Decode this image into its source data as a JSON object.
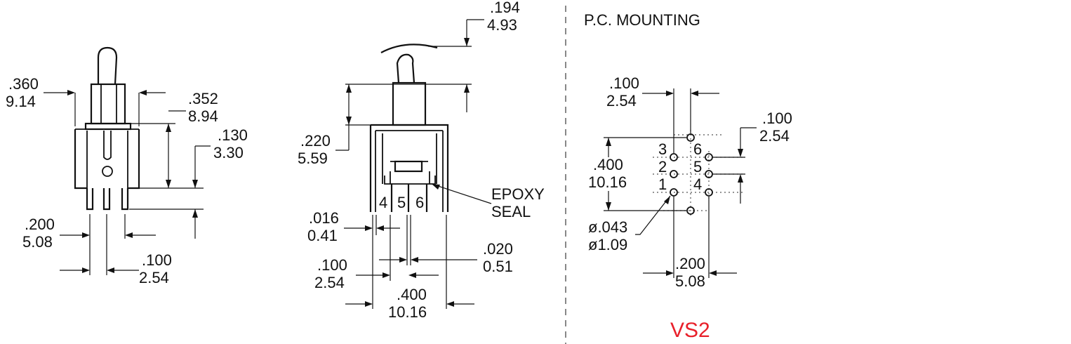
{
  "section_title": "P.C. MOUNTING",
  "part_code": "VS2",
  "part_code_color": "#e8202a",
  "callouts": {
    "epoxy": "EPOXY",
    "seal": "SEAL"
  },
  "side_view": {
    "dim_360": [
      ".360",
      "9.14"
    ],
    "dim_352": [
      ".352",
      "8.94"
    ],
    "dim_130": [
      ".130",
      "3.30"
    ],
    "dim_200": [
      ".200",
      "5.08"
    ],
    "dim_100": [
      ".100",
      "2.54"
    ]
  },
  "front_view": {
    "dim_194": [
      ".194",
      "4.93"
    ],
    "dim_220": [
      ".220",
      "5.59"
    ],
    "dim_016": [
      ".016",
      "0.41"
    ],
    "dim_020": [
      ".020",
      "0.51"
    ],
    "dim_100": [
      ".100",
      "2.54"
    ],
    "dim_400": [
      ".400",
      "10.16"
    ],
    "pins": [
      "4",
      "5",
      "6"
    ]
  },
  "pcb": {
    "dim_100_top": [
      ".100",
      "2.54"
    ],
    "dim_100_right": [
      ".100",
      "2.54"
    ],
    "dim_400": [
      ".400",
      "10.16"
    ],
    "dim_hole": [
      "ø.043",
      "ø1.09"
    ],
    "dim_200": [
      ".200",
      "5.08"
    ],
    "pins_left": [
      "3",
      "2",
      "1"
    ],
    "pins_right": [
      "6",
      "5",
      "4"
    ]
  }
}
